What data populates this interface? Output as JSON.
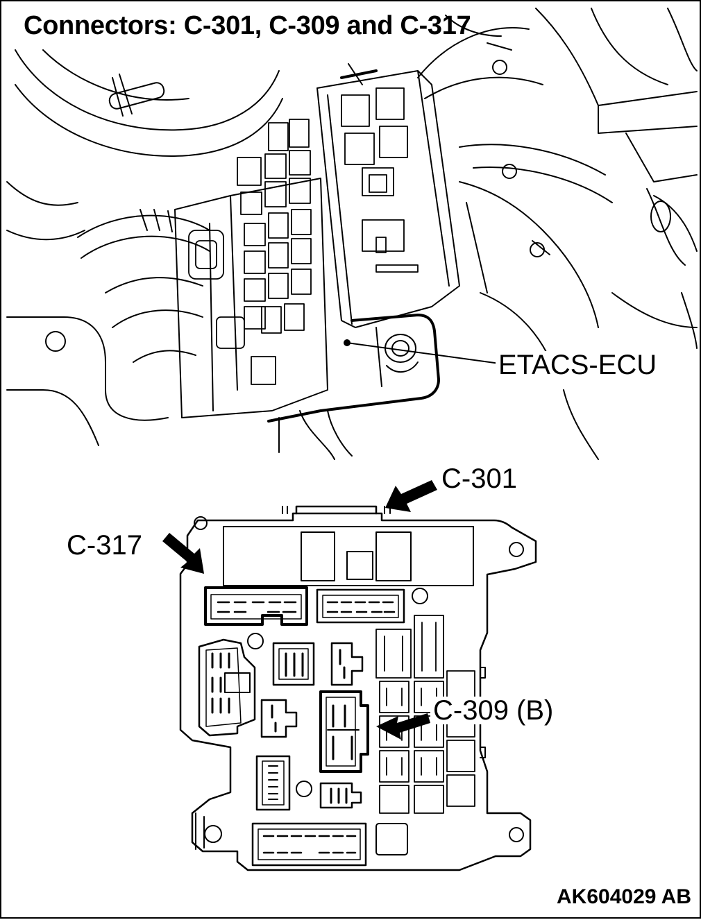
{
  "title": "Connectors: C-301, C-309 and C-317",
  "labels": {
    "etacs_ecu": "ETACS-ECU",
    "c301": "C-301",
    "c317": "C-317",
    "c309": "C-309 (B)"
  },
  "figure_code": "AK604029 AB",
  "colors": {
    "ink": "#000000",
    "paper": "#ffffff"
  }
}
